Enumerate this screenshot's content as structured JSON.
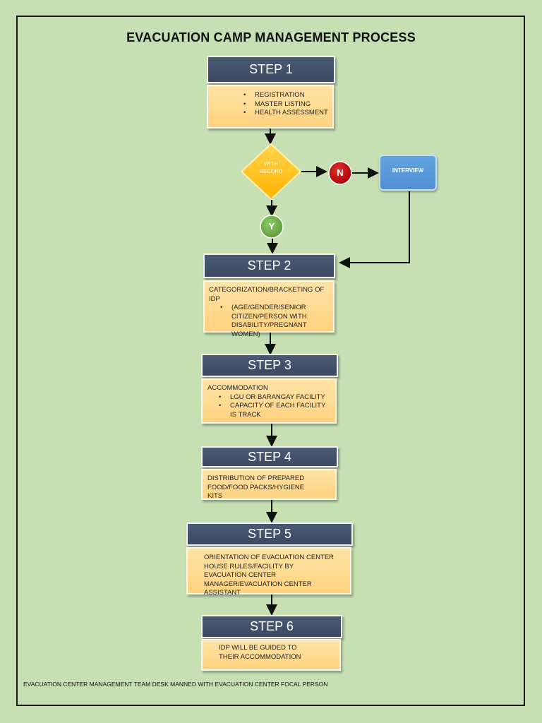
{
  "title": "EVACUATION CAMP MANAGEMENT PROCESS",
  "steps": [
    {
      "head": "STEP 1",
      "lead": "",
      "bullets": [
        "REGISTRATION",
        "MASTER LISTING",
        "HEALTH ASSESSMENT"
      ]
    },
    {
      "head": "STEP 2",
      "lead": "CATEGORIZATION/BRACKETING OF IDP",
      "bullets": [
        "(AGE/GENDER/SENIOR CITIZEN/PERSON WITH DISABILITY/PREGNANT WOMEN)"
      ]
    },
    {
      "head": "STEP 3",
      "lead": "ACCOMMODATION",
      "bullets": [
        "LGU OR BARANGAY FACILITY",
        "CAPACITY OF EACH FACILITY IS TRACK"
      ]
    },
    {
      "head": "STEP 4",
      "lead": "DISTRIBUTION OF PREPARED FOOD/FOOD PACKS/HYGIENE KITS",
      "bullets": []
    },
    {
      "head": "STEP 5",
      "lead": "ORIENTATION OF EVACUATION CENTER HOUSE RULES/FACILITY BY EVACUATION CENTER MANAGER/EVACUATION CENTER ASSISTANT",
      "bullets": []
    },
    {
      "head": "STEP 6",
      "lead": "IDP WILL BE GUIDED TO THEIR ACCOMMODATION",
      "bullets": []
    }
  ],
  "decision": {
    "line1": "WITH",
    "line2": "RECORD"
  },
  "no_label": "N",
  "yes_label": "Y",
  "interview_label": "INTERVIEW",
  "footer": "EVACUATION CENTER MANAGEMENT TEAM DESK MANNED WITH EVACUATION CENTER FOCAL PERSON",
  "colors": {
    "background": "#c6e0b4",
    "step_head": "#3b4a61",
    "step_body": "#ffd27f",
    "decision": "#ffc000",
    "no_circle": "#c00000",
    "yes_circle": "#70ad47",
    "interview": "#5b9bd5"
  }
}
